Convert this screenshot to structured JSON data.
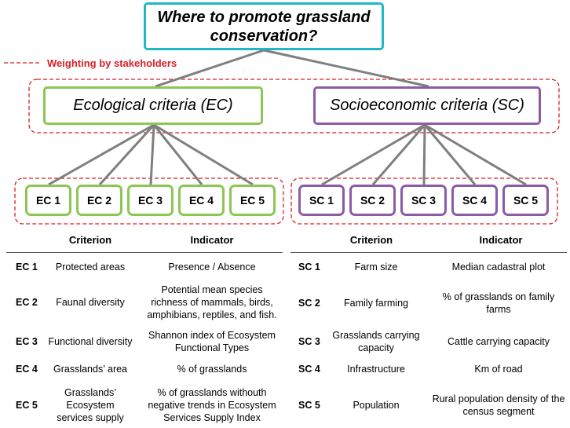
{
  "goal": {
    "title": "Where to promote grassland conservation?"
  },
  "legend": {
    "label": "Weighting by stakeholders"
  },
  "criteria": {
    "ecological": {
      "label": "Ecological criteria (EC)"
    },
    "socioeconomic": {
      "label": "Socioeconomic criteria (SC)"
    }
  },
  "ec_nodes": [
    "EC 1",
    "EC 2",
    "EC 3",
    "EC 4",
    "EC 5"
  ],
  "sc_nodes": [
    "SC 1",
    "SC 2",
    "SC 3",
    "SC 4",
    "SC 5"
  ],
  "colors": {
    "goal_border": "#1fb8c3",
    "ec_border": "#8cc653",
    "sc_border": "#8c5ba8",
    "weighting_dash": "#d81f26",
    "connector": "#7f7f7f"
  },
  "table": {
    "headers": {
      "criterion": "Criterion",
      "indicator": "Indicator"
    },
    "ec_rows": [
      {
        "id": "EC 1",
        "criterion": "Protected areas",
        "indicator": "Presence / Absence"
      },
      {
        "id": "EC 2",
        "criterion": "Faunal diversity",
        "indicator": "Potential mean species richness of mammals, birds, amphibians, reptiles, and fish."
      },
      {
        "id": "EC 3",
        "criterion": "Functional diversity",
        "indicator": "Shannon index of Ecosystem Functional Types"
      },
      {
        "id": "EC 4",
        "criterion": "Grasslands’ area",
        "indicator": "% of grasslands"
      },
      {
        "id": "EC 5",
        "criterion": "Grasslands’ Ecosystem services supply",
        "indicator": "% of grasslands withouth negative trends in Ecosystem Services Supply Index"
      }
    ],
    "sc_rows": [
      {
        "id": "SC 1",
        "criterion": "Farm size",
        "indicator": "Median cadastral plot"
      },
      {
        "id": "SC 2",
        "criterion": "Family farming",
        "indicator": "% of grasslands on family farms"
      },
      {
        "id": "SC 3",
        "criterion": "Grasslands carrying capacity",
        "indicator": "Cattle carrying capacity"
      },
      {
        "id": "SC 4",
        "criterion": "Infrastructure",
        "indicator": "Km of road"
      },
      {
        "id": "SC 5",
        "criterion": "Population",
        "indicator": "Rural population density of the census segment"
      }
    ]
  }
}
